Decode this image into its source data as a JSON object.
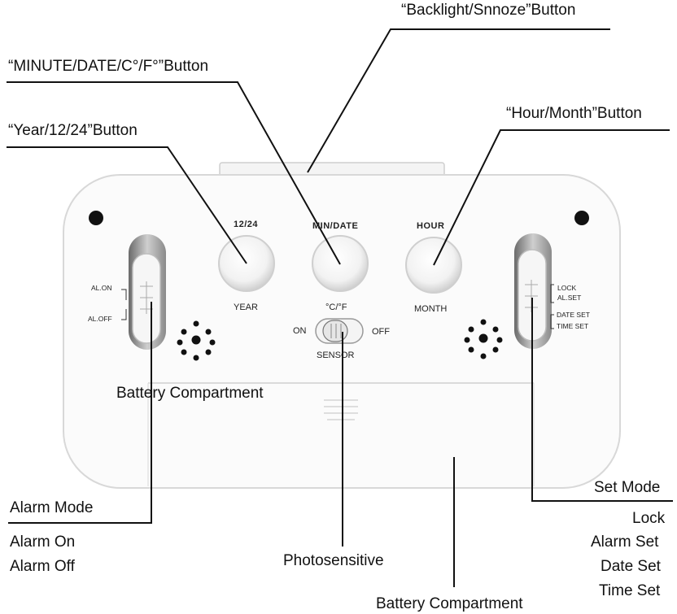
{
  "callouts": {
    "backlight": "“Backlight/Snnoze”Button",
    "minute_date": "“MINUTE/DATE/C°/F°”Button",
    "year": "“Year/12/24”Button",
    "hour_month": "“Hour/Month”Button",
    "alarm_mode": "Alarm Mode",
    "alarm_on": "Alarm On",
    "alarm_off": "Alarm Off",
    "battery_inner": "Battery Compartment",
    "photosensitive": "Photosensitive",
    "battery_bottom": "Battery Compartment",
    "set_mode": "Set Mode",
    "lock": "Lock",
    "alarm_set": "Alarm Set",
    "date_set": "Date Set",
    "time_set": "Time Set"
  },
  "device": {
    "btn_12_24": "12/24",
    "btn_min_date": "MIN/DATE",
    "btn_hour": "HOUR",
    "under_year": "YEAR",
    "under_cf": "°C/°F",
    "under_month": "MONTH",
    "sensor_on": "ON",
    "sensor_off": "OFF",
    "sensor": "SENSOR",
    "al_on": "AL.ON",
    "al_off": "AL.OFF",
    "lock": "LOCK",
    "al_set": "AL.SET",
    "date_set": "DATE SET",
    "time_set": "TIME SET"
  }
}
